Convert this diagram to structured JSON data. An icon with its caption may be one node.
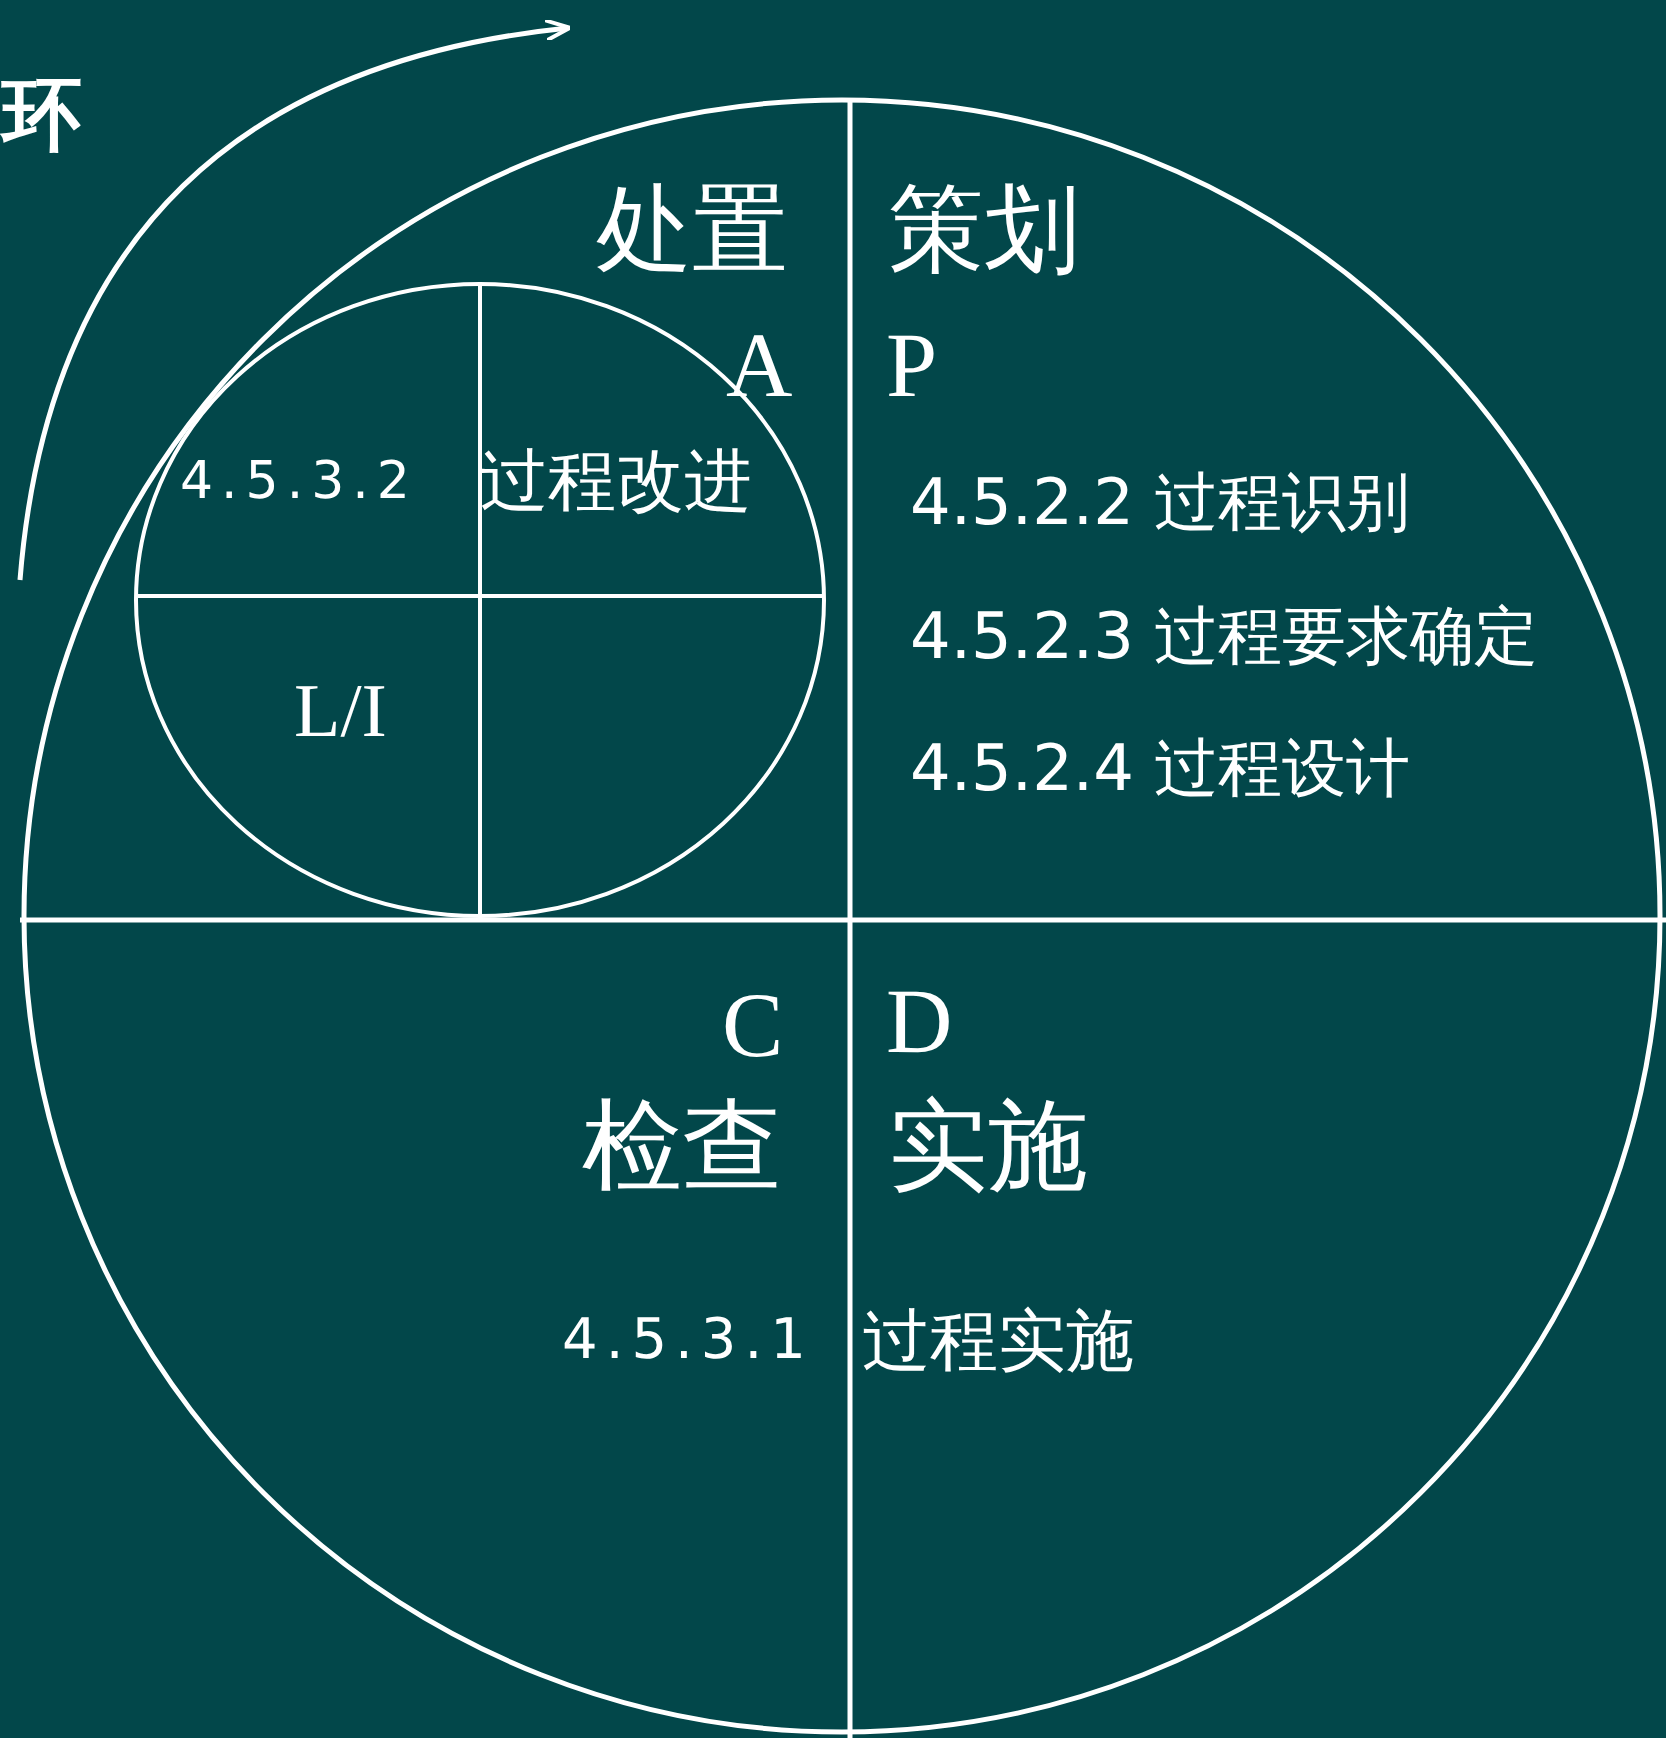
{
  "diagram": {
    "labels": [
      "环",
      "处置",
      "策划",
      "A",
      "P",
      "4.5.3.2",
      "过程改进",
      "4.5.2.2 过程识别",
      "4.5.2.3 过程要求确定",
      "4.5.2.4 过程设计",
      "L/I",
      "C",
      "D",
      "检查",
      "实施",
      "4.5.3.1",
      "过程实施"
    ]
  }
}
